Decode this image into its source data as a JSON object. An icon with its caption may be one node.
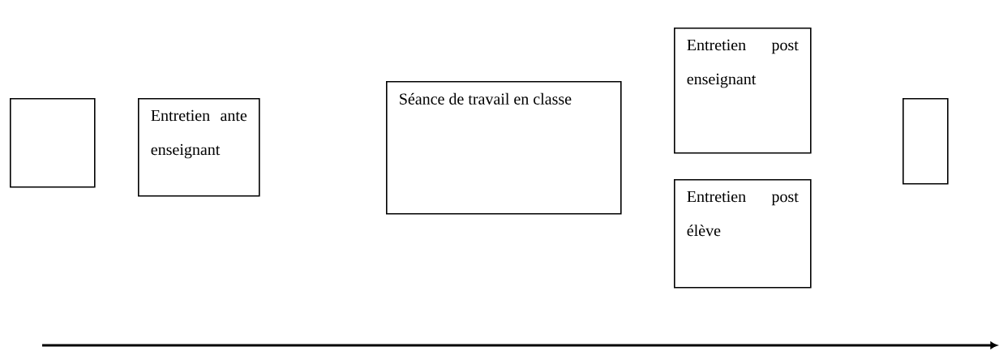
{
  "diagram": {
    "nodes": [
      {
        "text": [],
        "shape": "box"
      },
      {
        "text": [
          "Entretien ante enseignant"
        ]
      },
      {
        "text": [
          "Séance de travail en classe"
        ]
      },
      {
        "text": [
          "Entretien post enseignant"
        ]
      },
      {
        "text": [
          "Entretien post élève"
        ]
      },
      {
        "text": [],
        "shape": "box"
      }
    ]
  }
}
